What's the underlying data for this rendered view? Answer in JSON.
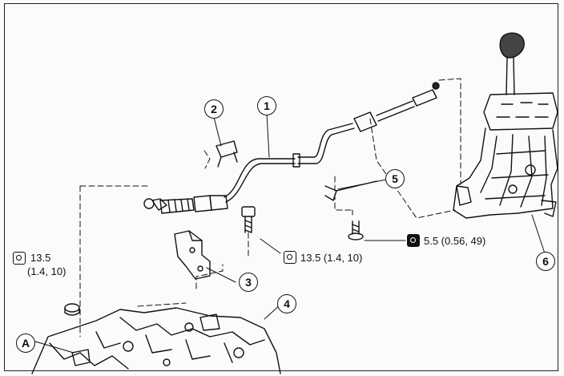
{
  "callouts": {
    "c1": "1",
    "c2": "2",
    "c3": "3",
    "c4": "4",
    "c5": "5",
    "c6": "6",
    "cA": "A"
  },
  "torque": {
    "left_value": "13.5",
    "left_units": "(1.4, 10)",
    "middle": "13.5 (1.4, 10)",
    "right": "5.5 (0.56, 49)"
  },
  "icons": {
    "torque_wrench": "torque-wrench-icon",
    "torque_locking": "torque-locking-icon"
  }
}
